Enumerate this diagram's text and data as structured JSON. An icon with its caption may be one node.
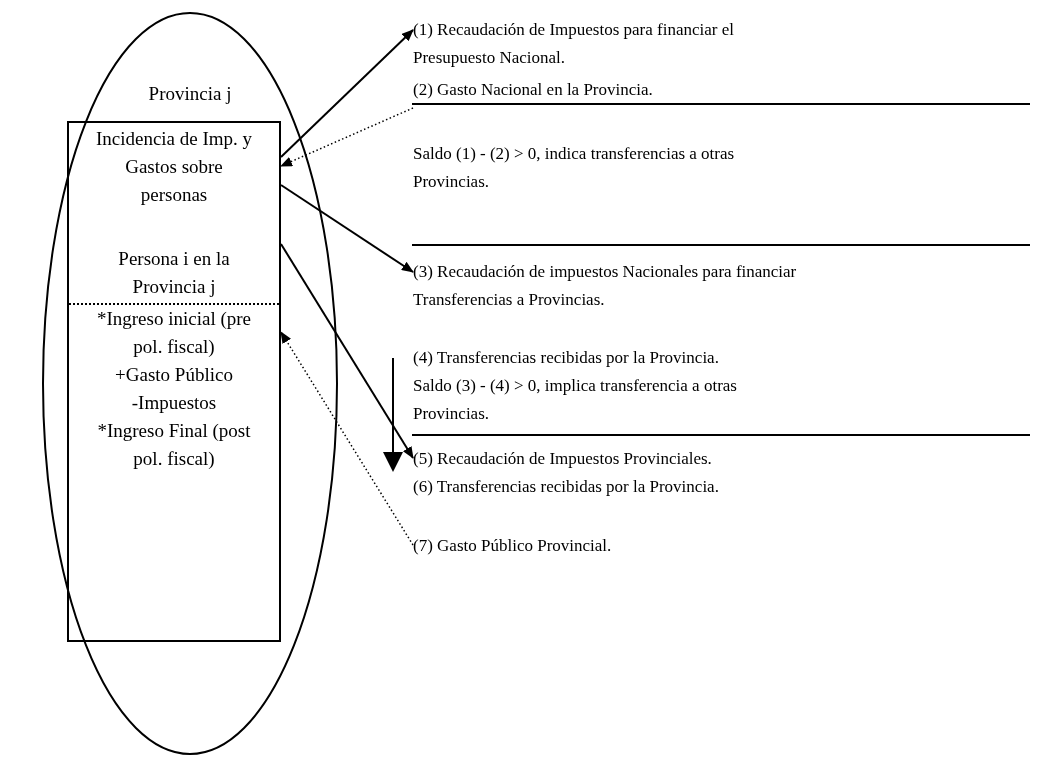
{
  "diagram": {
    "nodes": [
      {
        "text": [
          "Provincia j"
        ]
      },
      {
        "text": [
          "Incidencia de Imp. y Gastos sobre personas",
          "Persona i en la Provincia j",
          "*Ingreso inicial (pre pol. fiscal)",
          "+Gasto Público",
          "-Impuestos",
          "*Ingreso Final (post pol. fiscal)"
        ],
        "in": 0
      },
      {
        "text": [
          "(1) Recaudación de Impuestos para financiar el Presupuesto Nacional."
        ]
      },
      {
        "text": [
          "(2) Gasto Nacional en la Provincia."
        ]
      },
      {
        "text": [
          "(3) Recaudación de impuestos Nacionales para financiar Transferencias a Provincias."
        ]
      },
      {
        "text": [
          "(5) Recaudación de Impuestos Provinciales."
        ]
      },
      {
        "text": [
          "(7) Gasto Público Provincial."
        ]
      }
    ],
    "edges": [
      {
        "from": 1,
        "to": 2,
        "arrow": "to"
      },
      {
        "from": 3,
        "to": 1,
        "arrow": "to",
        "style": "dashed"
      },
      {
        "from": 1,
        "to": 4,
        "arrow": "to"
      },
      {
        "from": 1,
        "to": 5,
        "arrow": "to"
      },
      {
        "from": 6,
        "to": 1,
        "arrow": "to",
        "style": "dashed"
      }
    ],
    "labels": [
      "Saldo (1) - (2) > 0, indica transferencias a otras Provincias.",
      "(4) Transferencias recibidas por la Provincia.",
      "Saldo (3) - (4) > 0, implica transferencia a otras Provincias.",
      "(6) Transferencias recibidas por la Provincia."
    ]
  }
}
